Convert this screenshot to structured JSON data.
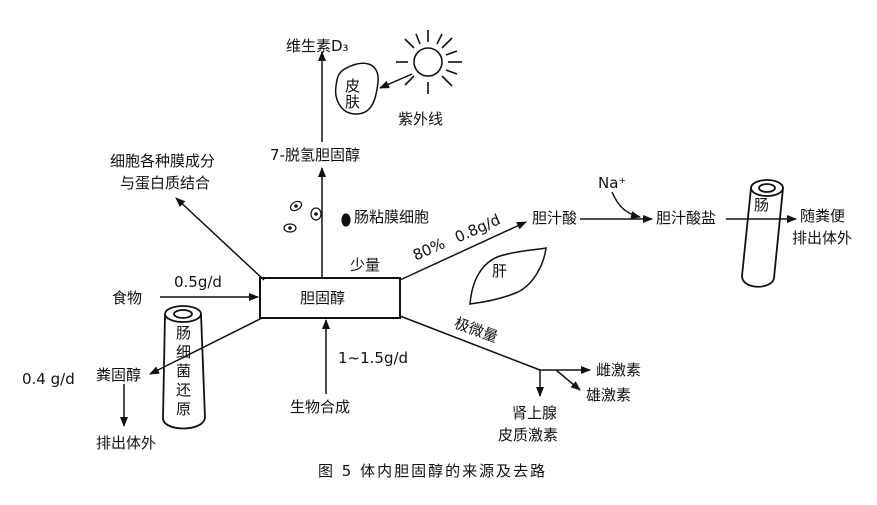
{
  "labels": {
    "vitamin_d3": "维生素D₃",
    "skin": "皮肤",
    "uv": "紫外线",
    "dehydro": "7-脱氢胆固醇",
    "membrane_line1": "细胞各种膜成分",
    "membrane_line2": "与蛋白质结合",
    "mucosa": "肠粘膜细胞",
    "bile_acid": "胆汁酸",
    "na": "Na⁺",
    "bile_salt": "胆汁酸盐",
    "intestine": "肠",
    "feces_line1": "随粪便",
    "feces_line2": "排出体外",
    "pct_80": "80%",
    "rate_08": "0.8g/d",
    "small_amount": "少量",
    "liver": "肝",
    "food": "食物",
    "rate_05": "0.5g/d",
    "cholesterol": "胆固醇",
    "trace": "极微量",
    "estrogen": "雌激素",
    "androgen": "雄激素",
    "adrenal_line1": "肾上腺",
    "adrenal_line2": "皮质激素",
    "rate_synth": "1~1.5g/d",
    "biosynthesis": "生物合成",
    "bacteria": "肠细菌还原",
    "coprostanol": "粪固醇",
    "rate_04": "0.4 g/d",
    "excrete": "排出体外",
    "caption": "图 5 体内胆固醇的来源及去路"
  }
}
